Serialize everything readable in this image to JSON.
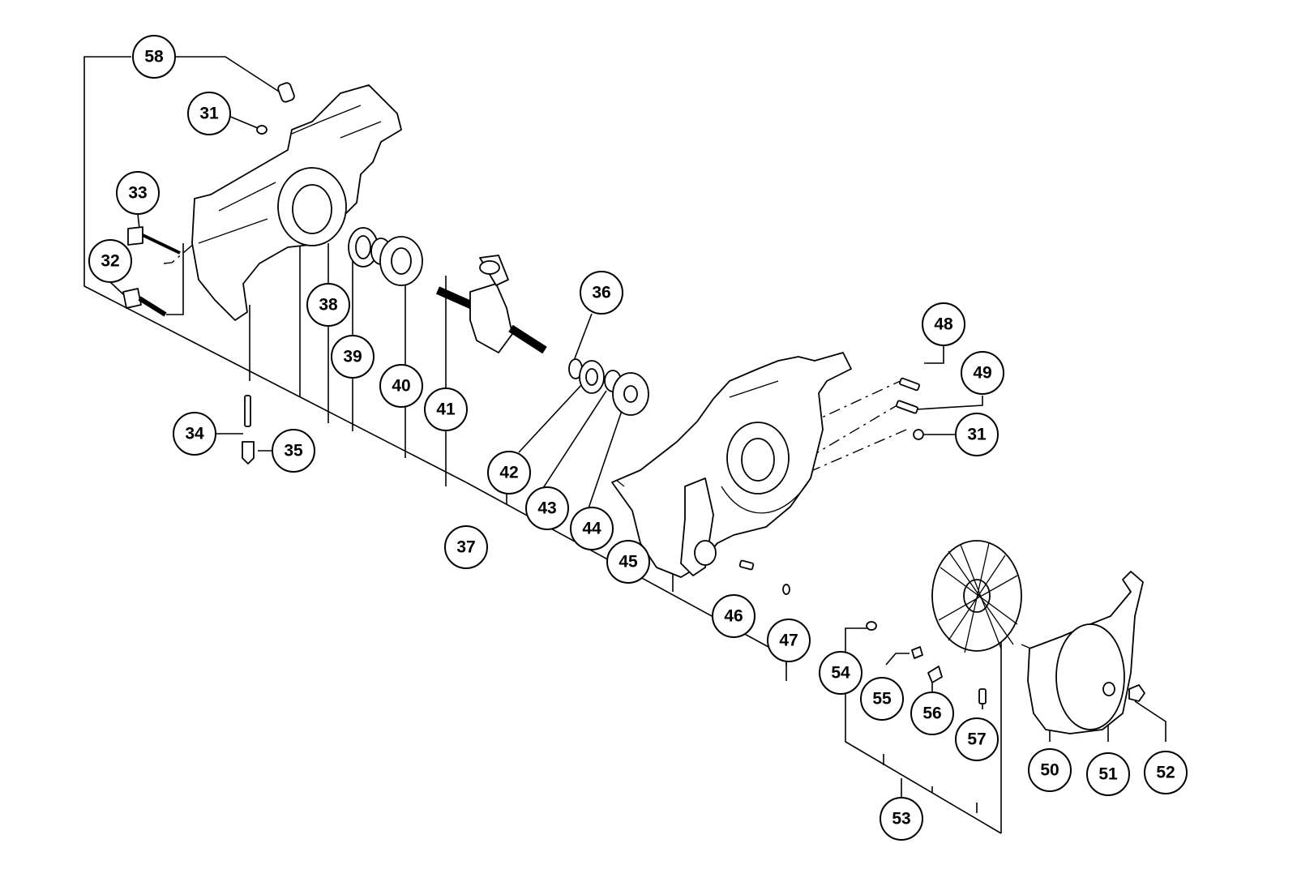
{
  "diagram": {
    "callouts": [
      {
        "id": "58",
        "label": "58"
      },
      {
        "id": "31a",
        "label": "31"
      },
      {
        "id": "33",
        "label": "33"
      },
      {
        "id": "32",
        "label": "32"
      },
      {
        "id": "38",
        "label": "38"
      },
      {
        "id": "39",
        "label": "39"
      },
      {
        "id": "40",
        "label": "40"
      },
      {
        "id": "41",
        "label": "41"
      },
      {
        "id": "34",
        "label": "34"
      },
      {
        "id": "35",
        "label": "35"
      },
      {
        "id": "36",
        "label": "36"
      },
      {
        "id": "42",
        "label": "42"
      },
      {
        "id": "43",
        "label": "43"
      },
      {
        "id": "44",
        "label": "44"
      },
      {
        "id": "37",
        "label": "37"
      },
      {
        "id": "45",
        "label": "45"
      },
      {
        "id": "46",
        "label": "46"
      },
      {
        "id": "47",
        "label": "47"
      },
      {
        "id": "48",
        "label": "48"
      },
      {
        "id": "49",
        "label": "49"
      },
      {
        "id": "31b",
        "label": "31"
      },
      {
        "id": "54",
        "label": "54"
      },
      {
        "id": "55",
        "label": "55"
      },
      {
        "id": "56",
        "label": "56"
      },
      {
        "id": "57",
        "label": "57"
      },
      {
        "id": "53",
        "label": "53"
      },
      {
        "id": "50",
        "label": "50"
      },
      {
        "id": "51",
        "label": "51"
      },
      {
        "id": "52",
        "label": "52"
      }
    ]
  }
}
